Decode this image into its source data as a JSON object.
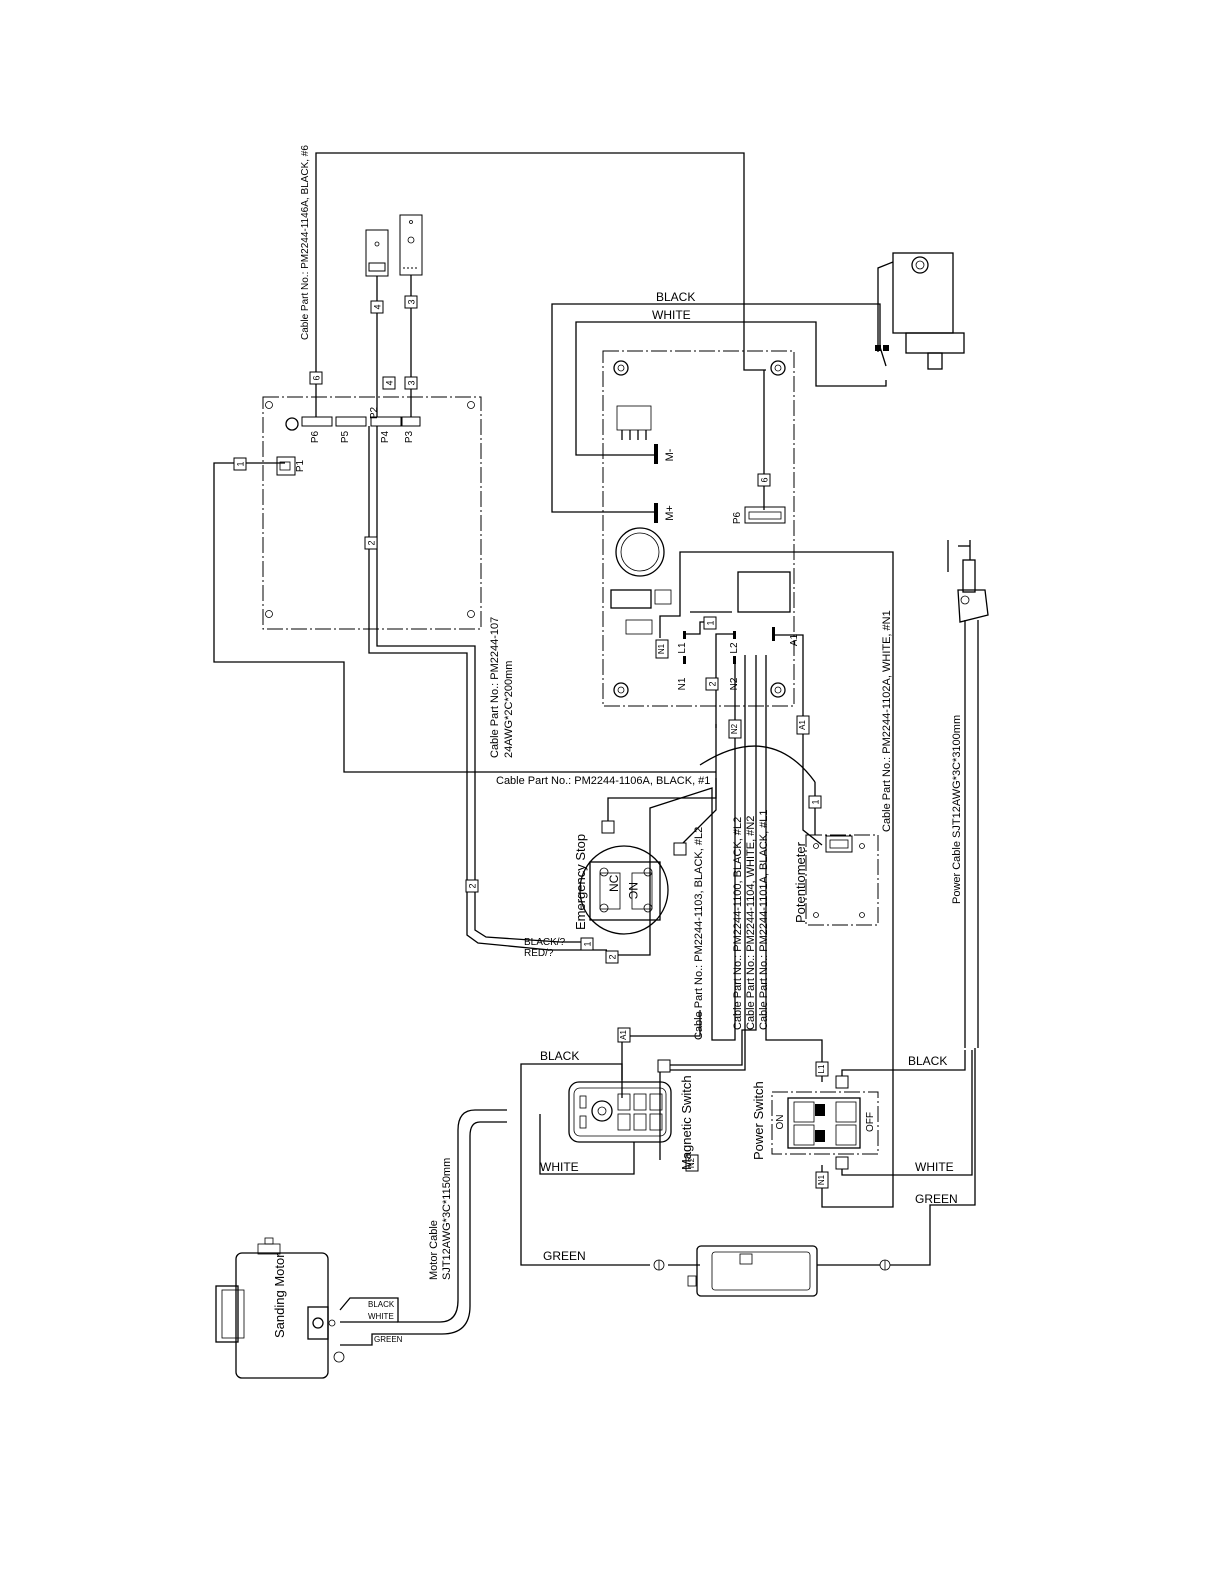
{
  "cables": {
    "c6": "Cable Part No.:  PM2244-1146A, BLACK,  #6",
    "c107a": "Cable Part No.:  PM2244-107",
    "c107b": "24AWG*2C*200mm",
    "c1106": "Cable Part No.:  PM2244-1106A, BLACK,  #1",
    "c1102": "Cable Part No.:  PM2244-1102A, WHITE,  #N1",
    "c1103": "Cable Part No.:  PM2244-1103, BLACK, #L2",
    "c1100": "Cable Part No.:  PM2244-1100, BLACK,  #L2",
    "c1104": "Cable Part No.:  PM2244-1104, WHITE,  #N2",
    "c1101": "Cable Part No.:  PM2244-1101A, BLACK,  #L1",
    "power_cable": "Power Cable SJT12AWG*3C*3100mm",
    "motor_cable_a": "Motor Cable",
    "motor_cable_b": "SJT12AWG*3C*1150mm"
  },
  "wire_colors": {
    "black": "BLACK",
    "white": "WHITE",
    "green": "GREEN",
    "black_q": "BLACK/?",
    "red_q": "RED/?"
  },
  "components": {
    "emergency_stop": "Emergency Stop",
    "potentiometer": "Potentiometer",
    "magnetic_switch": "Magnetic Switch",
    "power_switch": "Power Switch",
    "sanding_motor": "Sanding Motor",
    "on": "ON",
    "off": "OFF",
    "nc": "NC"
  },
  "connectors": {
    "p1": "P1",
    "p2": "P2",
    "p3": "P3",
    "p4": "P4",
    "p5": "P5",
    "p6": "P6",
    "m_minus": "M-",
    "m_plus": "M+",
    "l1": "L1",
    "l2": "L2",
    "n1": "N1",
    "n2": "N2",
    "a1": "A1"
  },
  "tags": {
    "t1": "1",
    "t2": "2",
    "t3": "3",
    "t4": "4",
    "t6": "6",
    "tl1": "L1",
    "tl2": "L2",
    "tn1": "N1",
    "tn2": "N2",
    "ta1": "A1"
  },
  "colors": {
    "line": "#000000",
    "background": "#ffffff"
  }
}
